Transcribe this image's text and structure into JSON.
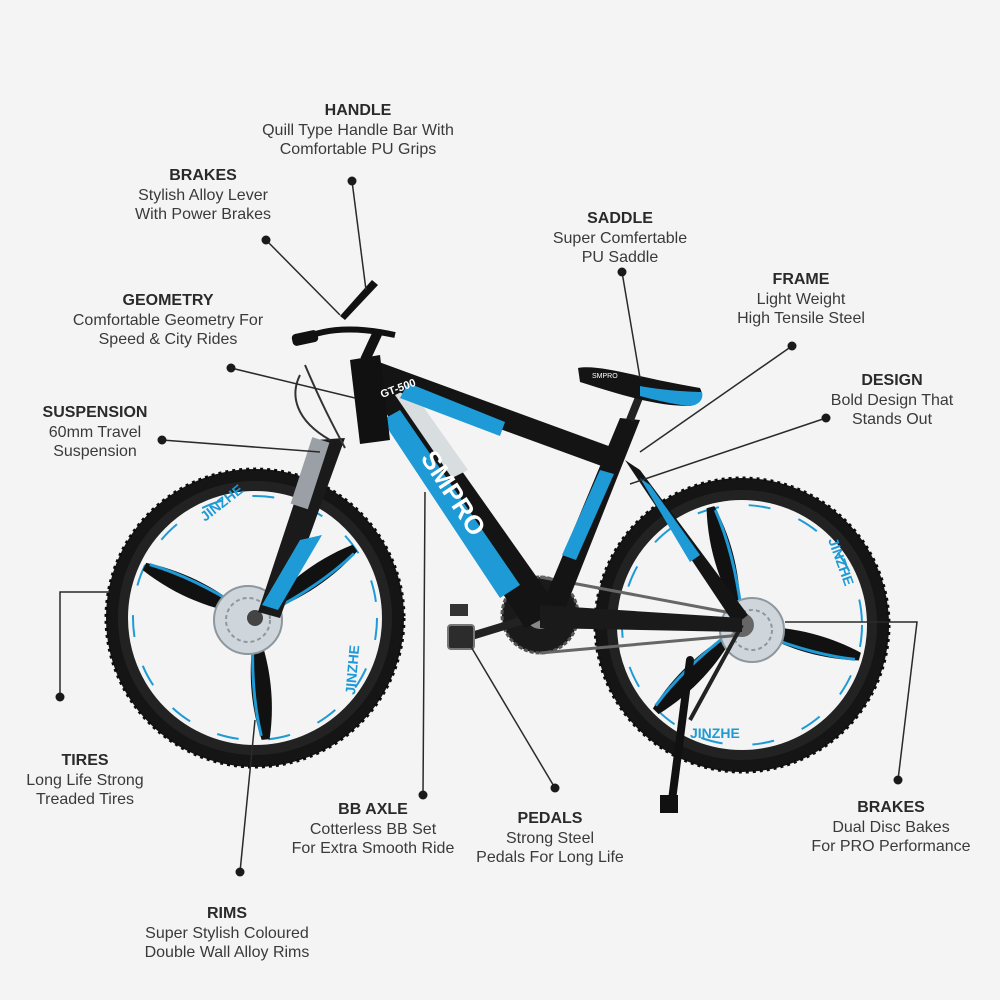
{
  "colors": {
    "accent": "#1e9ad6",
    "frame": "#141414",
    "background": "#f4f4f4"
  },
  "bike": {
    "frame_text": "SMPRO",
    "top_tube_text": "GT-500",
    "saddle_text": "SMPRO",
    "wheel_brand": "JINZHE"
  },
  "callouts": [
    {
      "id": "handle",
      "title": "HANDLE",
      "lines": [
        "Quill Type Handle Bar With",
        "Comfortable PU Grips"
      ]
    },
    {
      "id": "brakes-lever",
      "title": "BRAKES",
      "lines": [
        "Stylish Alloy Lever",
        "With Power Brakes"
      ]
    },
    {
      "id": "saddle",
      "title": "SADDLE",
      "lines": [
        "Super Comfertable",
        "PU Saddle"
      ]
    },
    {
      "id": "frame",
      "title": "FRAME",
      "lines": [
        "Light Weight",
        "High Tensile Steel"
      ]
    },
    {
      "id": "geometry",
      "title": "GEOMETRY",
      "lines": [
        "Comfortable Geometry For",
        "Speed & City Rides"
      ]
    },
    {
      "id": "design",
      "title": "DESIGN",
      "lines": [
        "Bold Design That",
        "Stands Out"
      ]
    },
    {
      "id": "suspension",
      "title": "SUSPENSION",
      "lines": [
        "60mm Travel",
        "Suspension"
      ]
    },
    {
      "id": "tires",
      "title": "TIRES",
      "lines": [
        "Long Life Strong",
        "Treaded Tires"
      ]
    },
    {
      "id": "bb-axle",
      "title": "BB AXLE",
      "lines": [
        "Cotterless BB Set",
        "For Extra Smooth Ride"
      ]
    },
    {
      "id": "pedals",
      "title": "PEDALS",
      "lines": [
        "Strong Steel",
        "Pedals For Long Life"
      ]
    },
    {
      "id": "brakes-disc",
      "title": "BRAKES",
      "lines": [
        "Dual Disc Bakes",
        "For PRO Performance"
      ]
    },
    {
      "id": "rims",
      "title": "RIMS",
      "lines": [
        "Super Stylish Coloured",
        "Double Wall Alloy Rims"
      ]
    }
  ]
}
